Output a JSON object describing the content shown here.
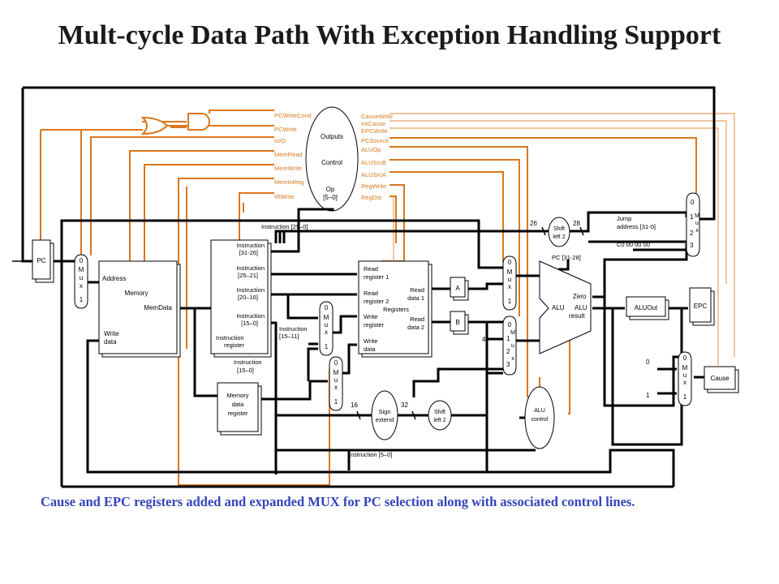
{
  "title": "Mult-cycle Data Path With Exception Handling Support",
  "caption": "Cause and EPC registers added and expanded MUX for PC selection along with associated control lines.",
  "colors": {
    "control": "#d9771e",
    "control_light": "#e8a060",
    "datapath": "#000000",
    "caption": "#3344bb"
  },
  "control": {
    "outputs": "Outputs",
    "control": "Control",
    "op": "Op",
    "op_bits": "[5–0]",
    "signals_left": [
      "PCWriteCond",
      "PCWrite",
      "IorD",
      "MemRead",
      "MemWrite",
      "MemtoReg",
      "IRWrite"
    ],
    "signals_right": [
      "CauseWrite",
      "IntCause",
      "EPCWrite",
      "PCSource",
      "ALUOp",
      "ALUSrcB",
      "ALUSrcA",
      "RegWrite",
      "RegDst"
    ]
  },
  "blocks": {
    "pc": "PC",
    "memory": {
      "address": "Address",
      "name": "Memory",
      "memdata": "MemData",
      "write1": "Write",
      "write2": "data"
    },
    "ir": [
      "Instruction",
      "[31-26]",
      "Instruction",
      "[25–21]",
      "Instruction",
      "[20–16]",
      "Instruction",
      "[15–0]",
      "Instruction",
      "register"
    ],
    "mdr": [
      "Memory",
      "data",
      "register"
    ],
    "registers": {
      "rr1a": "Read",
      "rr1b": "register 1",
      "rr2a": "Read",
      "rr2b": "register 2",
      "name": "Registers",
      "wra": "Write",
      "wrb": "register",
      "wda": "Write",
      "wdb": "data",
      "rd1a": "Read",
      "rd1b": "data 1",
      "rd2a": "Read",
      "rd2b": "data 2"
    },
    "a": "A",
    "b": "B",
    "alu": {
      "name": "ALU",
      "zero": "Zero",
      "result1": "ALU",
      "result2": "result"
    },
    "aluout": "ALUOut",
    "epc": "EPC",
    "cause": "Cause",
    "sign_extend": [
      "Sign",
      "extend"
    ],
    "shift_left_2_a": [
      "Shift",
      "left 2"
    ],
    "shift_left_2_b": [
      "Shift",
      "left 2"
    ],
    "alu_control": [
      "ALU",
      "control"
    ],
    "mux": [
      "M",
      "u",
      "x"
    ]
  },
  "labels": {
    "instr_25_0": "Instruction [25–0]",
    "instr_15_11": "Instruction",
    "instr_15_11_bits": "[15–11]",
    "instr_15_0": "Instruction",
    "instr_15_0_bits": "[15–0]",
    "instr_5_0": "Instruction [5–0]",
    "jump1": "Jump",
    "jump2": "address [31-0]",
    "pc_31_28": "PC [31-28]",
    "cause_const": "C0 00 00 00",
    "n26": "26",
    "n28": "28",
    "n16": "16",
    "n32": "32",
    "n4": "4",
    "n0": "0",
    "n1": "1",
    "n2": "2",
    "n3": "3"
  }
}
